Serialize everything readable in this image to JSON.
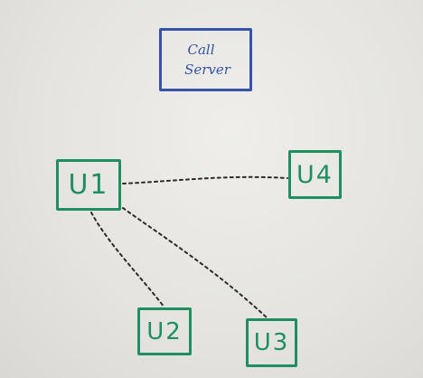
{
  "call_server": {
    "line1": "Call",
    "line2": "Server"
  },
  "users": {
    "u1": "U1",
    "u2": "U2",
    "u3": "U3",
    "u4": "U4"
  },
  "colors": {
    "server": "#3653a8",
    "user": "#1f8f62",
    "connection": "#2b2b2b",
    "board": "#e6e5e1"
  }
}
